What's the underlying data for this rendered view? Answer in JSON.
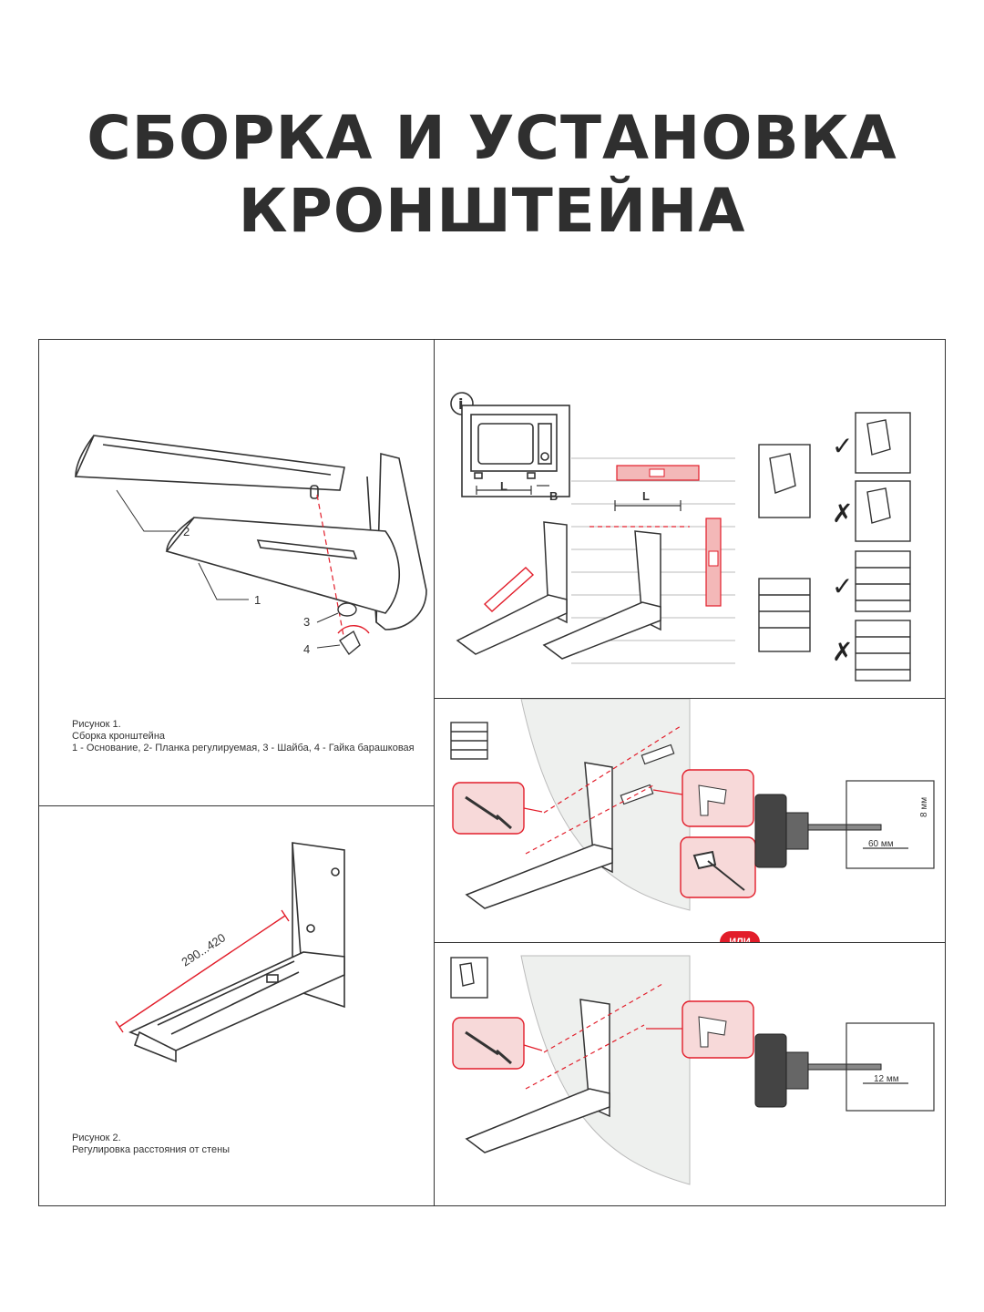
{
  "title": {
    "line1": "СБОРКА И УСТАНОВКА",
    "line2": "КРОНШТЕЙНА"
  },
  "figure1": {
    "caption_line1": "Рисунок 1.",
    "caption_line2": "Сборка кронштейна",
    "caption_line3": "1 - Основание, 2- Планка регулируемая, 3 - Шайба, 4 - Гайка барашковая",
    "labels": [
      "1",
      "2",
      "3",
      "4"
    ]
  },
  "figure2": {
    "caption_line1": "Рисунок  2.",
    "caption_line2": "Регулировка расстояния от стены",
    "dimension": "290...420"
  },
  "measure_panel": {
    "label_L_oven": "L",
    "label_B": "B",
    "label_L_wall": "L",
    "info_icon": "i"
  },
  "drill_panel_1": {
    "depth_label": "60 мм",
    "diameter_label": "8 мм"
  },
  "or_badge": "ИЛИ",
  "drill_panel_2": {
    "depth_label": "12 мм"
  },
  "colors": {
    "accent": "#e21d2a",
    "line": "#333333",
    "highlight_bg": "#f7d9d9"
  }
}
